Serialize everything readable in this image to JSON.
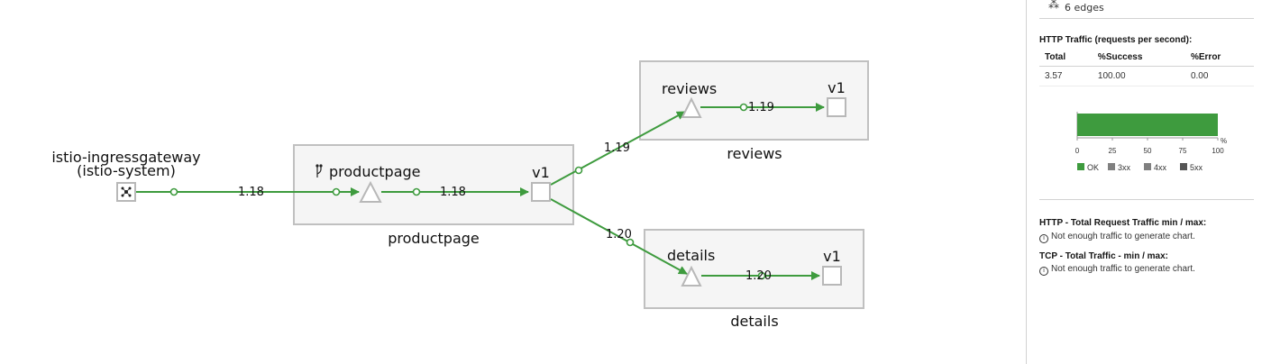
{
  "graph": {
    "nodes": {
      "ingress_name": "istio-ingressgateway",
      "ingress_ns": "(istio-system)",
      "productpage_label": "productpage",
      "productpage_version": "v1",
      "reviews_label": "reviews",
      "reviews_version": "v1",
      "details_label": "details",
      "details_version": "v1"
    },
    "boxes": {
      "productpage": "productpage",
      "reviews": "reviews",
      "details": "details"
    },
    "edges": {
      "ingress_to_productpage": "1.18",
      "productpage_service_to_v1": "1.18",
      "productpage_to_reviews": "1.19",
      "reviews_service_to_v1": "1.19",
      "productpage_to_details": "1.20",
      "details_service_to_v1": "1.20"
    },
    "colors": {
      "edge": "#3e9b3e",
      "box_fill": "#f5f5f5",
      "box_border": "#c0c0c0"
    }
  },
  "panel": {
    "edges_count": "6 edges",
    "edges_icon": "topology-icon",
    "http_title": "HTTP Traffic (requests per second):",
    "table": {
      "headers": [
        "Total",
        "%Success",
        "%Error"
      ],
      "row": [
        "3.57",
        "100.00",
        "0.00"
      ]
    },
    "chart_data": {
      "type": "bar",
      "orientation": "horizontal-stacked",
      "categories": [
        "OK",
        "3xx",
        "4xx",
        "5xx"
      ],
      "series": [
        {
          "name": "OK",
          "values": [
            100
          ],
          "color": "#3e9b3e"
        },
        {
          "name": "3xx",
          "values": [
            0
          ],
          "color": "#808080"
        },
        {
          "name": "4xx",
          "values": [
            0
          ],
          "color": "#808080"
        },
        {
          "name": "5xx",
          "values": [
            0
          ],
          "color": "#555555"
        }
      ],
      "xticks": [
        "0",
        "25",
        "50",
        "75",
        "100"
      ],
      "unit": "%",
      "xlim": [
        0,
        100
      ]
    },
    "http_total_title": "HTTP - Total Request Traffic min / max:",
    "http_total_msg": "Not enough traffic to generate chart.",
    "tcp_title": "TCP - Total Traffic - min / max:",
    "tcp_msg": "Not enough traffic to generate chart."
  }
}
